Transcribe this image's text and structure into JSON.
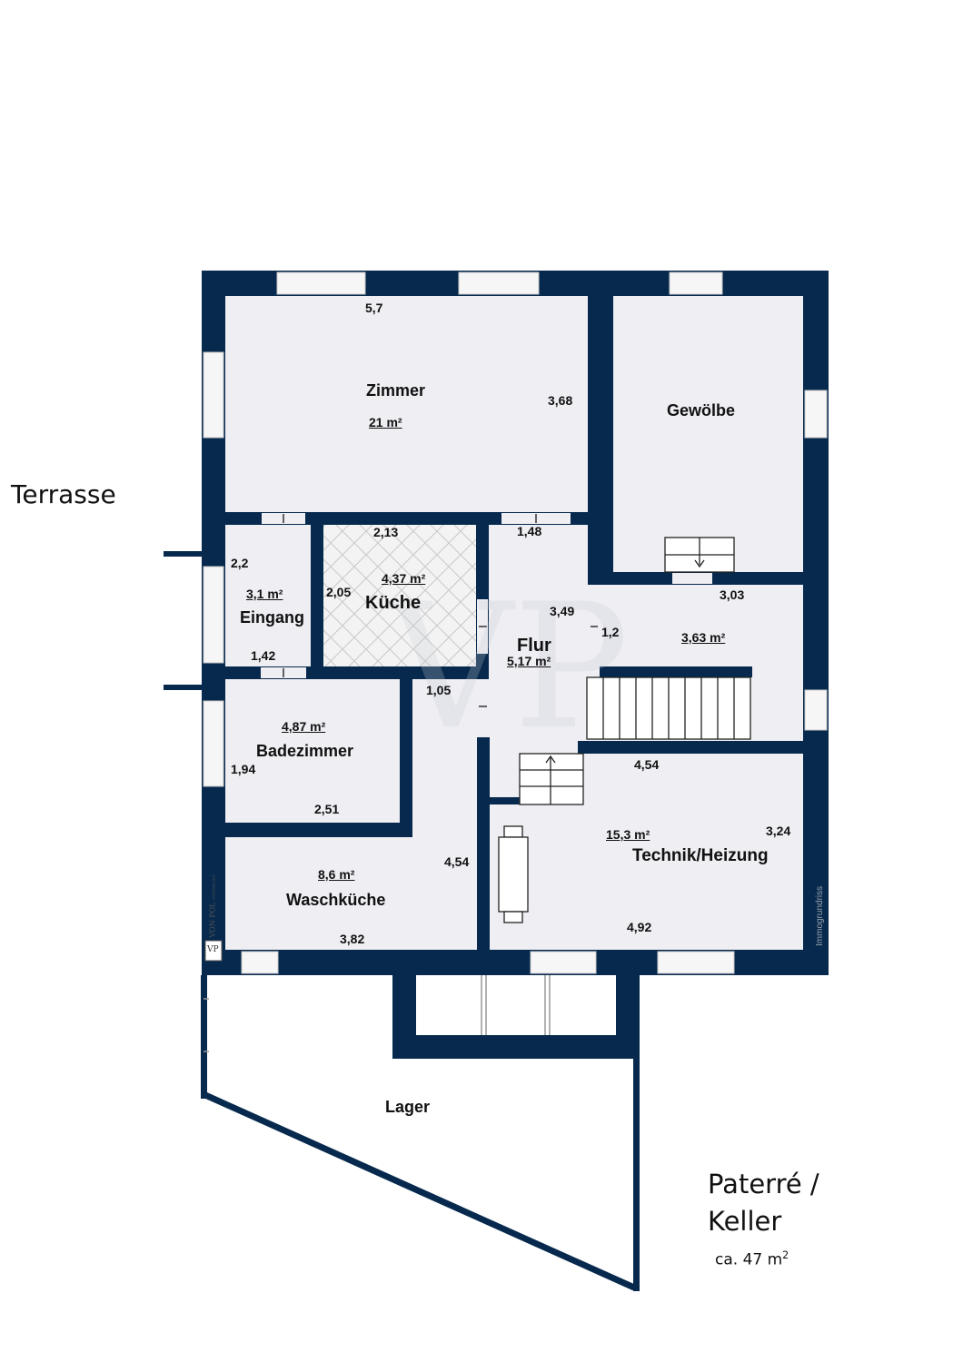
{
  "colors": {
    "wall": "#06294d",
    "floor": "#eeeef3",
    "window": "#f6f6f6",
    "stair": "#ffffff",
    "text": "#111111",
    "watermark": "#c8ccd6"
  },
  "outside": {
    "terrasse": "Terrasse",
    "lager": "Lager",
    "title_line1": "Paterré /",
    "title_line2": "Keller",
    "total_area": "ca. 47 m",
    "total_area_sup": "2"
  },
  "rooms": {
    "zimmer": {
      "name": "Zimmer",
      "area": "21 m²"
    },
    "gewoelbe": {
      "name": "Gewölbe"
    },
    "eingang": {
      "name": "Eingang",
      "area": "3,1 m²"
    },
    "kueche": {
      "name": "Küche",
      "area": "4,37 m²"
    },
    "flur": {
      "name": "Flur",
      "area": "5,17 m²"
    },
    "vorraum": {
      "area": "3,63 m²"
    },
    "badezimmer": {
      "name": "Badezimmer",
      "area": "4,87 m²"
    },
    "waschkueche": {
      "name": "Waschküche",
      "area": "8,6 m²"
    },
    "technik": {
      "name": "Technik/Heizung",
      "area": "15,3 m²"
    }
  },
  "dimensions": {
    "zimmer_width": "5,7",
    "zimmer_depth": "3,68",
    "kueche_width": "2,13",
    "kueche_depth": "2,05",
    "eingang_depth": "2,2",
    "eingang_width": "1,42",
    "flur_width_top": "1,48",
    "flur_depth": "3,49",
    "flur_opening": "1,05",
    "vorraum_width": "3,03",
    "vorraum_door": "1,2",
    "technik_width_top": "4,54",
    "technik_depth": "3,24",
    "technik_width_bottom": "4,92",
    "bad_depth": "1,94",
    "bad_width": "2,51",
    "wasch_depth": "4,54",
    "wasch_width": "3,82"
  },
  "branding": {
    "logo_text": "VON POL",
    "logo_sub": "IMMOBILIEN",
    "logo_mark": "VP",
    "credit": "Immogrundriss"
  }
}
